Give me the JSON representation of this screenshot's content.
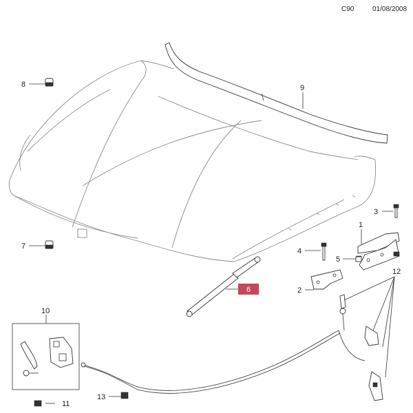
{
  "header": {
    "code": "C90",
    "date": "01/08/2008"
  },
  "callouts": [
    {
      "id": "c1",
      "label": "1"
    },
    {
      "id": "c2",
      "label": "2"
    },
    {
      "id": "c3",
      "label": "3"
    },
    {
      "id": "c4",
      "label": "4"
    },
    {
      "id": "c5",
      "label": "5"
    },
    {
      "id": "c6",
      "label": "6",
      "highlighted": true,
      "highlight_color": "#c04a5a"
    },
    {
      "id": "c7",
      "label": "7"
    },
    {
      "id": "c8",
      "label": "8"
    },
    {
      "id": "c9",
      "label": "9"
    },
    {
      "id": "c10",
      "label": "10"
    },
    {
      "id": "c11",
      "label": "11"
    },
    {
      "id": "c12",
      "label": "12"
    },
    {
      "id": "c13",
      "label": "13"
    }
  ]
}
